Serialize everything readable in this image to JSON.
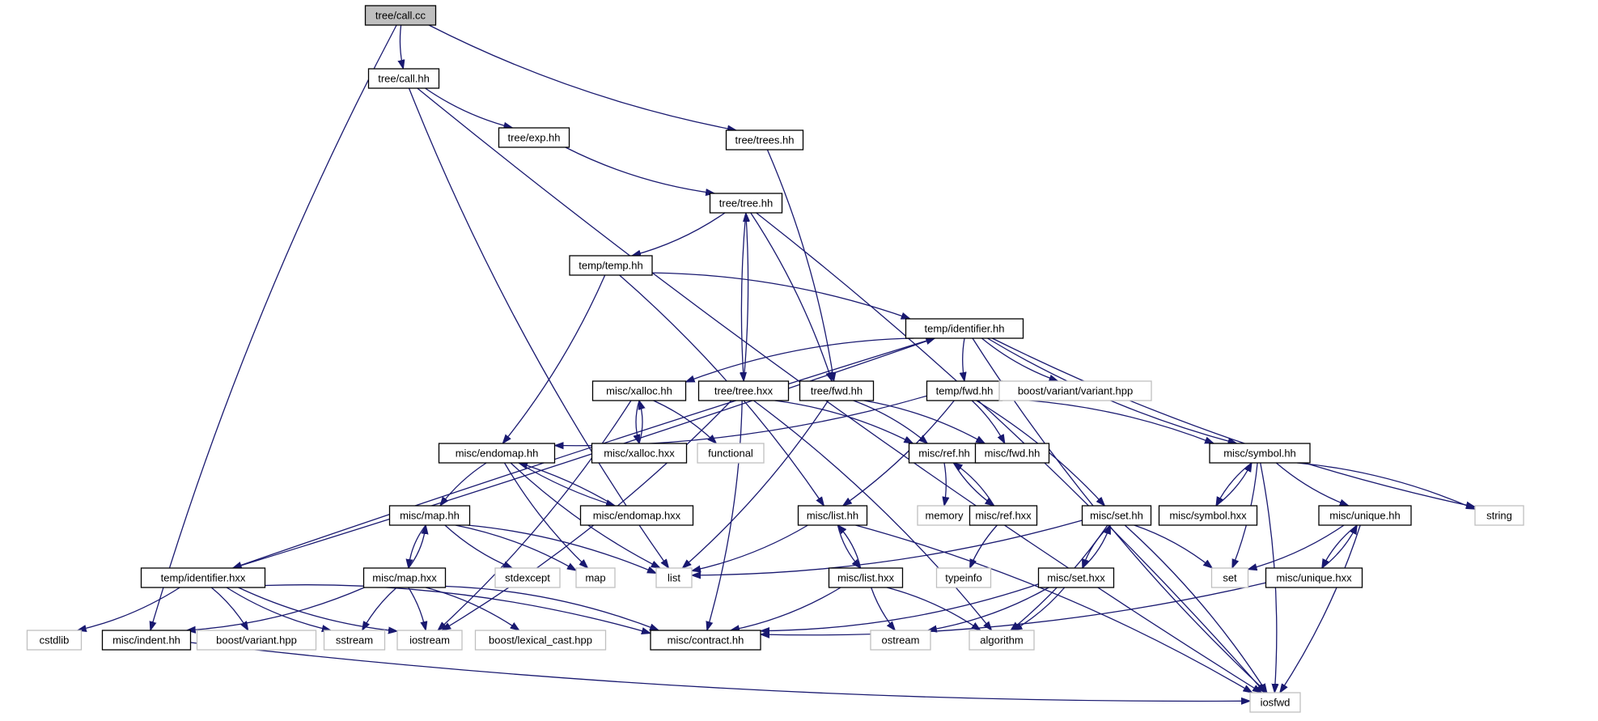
{
  "graph": {
    "colors": {
      "edge": "#191970",
      "node_border": "#000000",
      "external_border": "#bfbfbf",
      "root_fill": "#bfbfbf",
      "background": "#ffffff"
    },
    "nodes": [
      {
        "id": "call_cc",
        "label": "tree/call.cc",
        "kind": "root"
      },
      {
        "id": "call_hh",
        "label": "tree/call.hh",
        "kind": "file"
      },
      {
        "id": "exp_hh",
        "label": "tree/exp.hh",
        "kind": "file"
      },
      {
        "id": "trees_hh",
        "label": "tree/trees.hh",
        "kind": "file"
      },
      {
        "id": "tree_hh",
        "label": "tree/tree.hh",
        "kind": "file"
      },
      {
        "id": "temp_hh",
        "label": "temp/temp.hh",
        "kind": "file"
      },
      {
        "id": "ident_hh",
        "label": "temp/identifier.hh",
        "kind": "file"
      },
      {
        "id": "xalloc_hh",
        "label": "misc/xalloc.hh",
        "kind": "file"
      },
      {
        "id": "tree_hxx",
        "label": "tree/tree.hxx",
        "kind": "file"
      },
      {
        "id": "tree_fwd",
        "label": "tree/fwd.hh",
        "kind": "file"
      },
      {
        "id": "temp_fwd",
        "label": "temp/fwd.hh",
        "kind": "file"
      },
      {
        "id": "variant_hpp",
        "label": "boost/variant/variant.hpp",
        "kind": "external"
      },
      {
        "id": "xalloc_hxx",
        "label": "misc/xalloc.hxx",
        "kind": "file"
      },
      {
        "id": "functional",
        "label": "functional",
        "kind": "external"
      },
      {
        "id": "endomap_hh",
        "label": "misc/endomap.hh",
        "kind": "file"
      },
      {
        "id": "ref_hh",
        "label": "misc/ref.hh",
        "kind": "file"
      },
      {
        "id": "misc_fwd",
        "label": "misc/fwd.hh",
        "kind": "file"
      },
      {
        "id": "symbol_hh",
        "label": "misc/symbol.hh",
        "kind": "file"
      },
      {
        "id": "map_hh",
        "label": "misc/map.hh",
        "kind": "file"
      },
      {
        "id": "endomap_hxx",
        "label": "misc/endomap.hxx",
        "kind": "file"
      },
      {
        "id": "list_hh",
        "label": "misc/list.hh",
        "kind": "file"
      },
      {
        "id": "memory",
        "label": "memory",
        "kind": "external"
      },
      {
        "id": "ref_hxx",
        "label": "misc/ref.hxx",
        "kind": "file"
      },
      {
        "id": "set_hh",
        "label": "misc/set.hh",
        "kind": "file"
      },
      {
        "id": "symbol_hxx",
        "label": "misc/symbol.hxx",
        "kind": "file"
      },
      {
        "id": "unique_hh",
        "label": "misc/unique.hh",
        "kind": "file"
      },
      {
        "id": "string",
        "label": "string",
        "kind": "external"
      },
      {
        "id": "ident_hxx",
        "label": "temp/identifier.hxx",
        "kind": "file"
      },
      {
        "id": "map_hxx",
        "label": "misc/map.hxx",
        "kind": "file"
      },
      {
        "id": "stdexcept",
        "label": "stdexcept",
        "kind": "external"
      },
      {
        "id": "map",
        "label": "map",
        "kind": "external"
      },
      {
        "id": "list",
        "label": "list",
        "kind": "external"
      },
      {
        "id": "list_hxx",
        "label": "misc/list.hxx",
        "kind": "file"
      },
      {
        "id": "typeinfo",
        "label": "typeinfo",
        "kind": "external"
      },
      {
        "id": "set_hxx",
        "label": "misc/set.hxx",
        "kind": "file"
      },
      {
        "id": "set",
        "label": "set",
        "kind": "external"
      },
      {
        "id": "unique_hxx",
        "label": "misc/unique.hxx",
        "kind": "file"
      },
      {
        "id": "cstdlib",
        "label": "cstdlib",
        "kind": "external"
      },
      {
        "id": "indent_hh",
        "label": "misc/indent.hh",
        "kind": "file"
      },
      {
        "id": "boost_variant",
        "label": "boost/variant.hpp",
        "kind": "external"
      },
      {
        "id": "sstream",
        "label": "sstream",
        "kind": "external"
      },
      {
        "id": "iostream",
        "label": "iostream",
        "kind": "external"
      },
      {
        "id": "lexical_cast",
        "label": "boost/lexical_cast.hpp",
        "kind": "external"
      },
      {
        "id": "contract_hh",
        "label": "misc/contract.hh",
        "kind": "file"
      },
      {
        "id": "ostream",
        "label": "ostream",
        "kind": "external"
      },
      {
        "id": "algorithm",
        "label": "algorithm",
        "kind": "external"
      },
      {
        "id": "iosfwd",
        "label": "iosfwd",
        "kind": "external"
      }
    ],
    "edges": [
      [
        "call_cc",
        "call_hh"
      ],
      [
        "call_cc",
        "trees_hh"
      ],
      [
        "call_cc",
        "indent_hh"
      ],
      [
        "call_hh",
        "exp_hh"
      ],
      [
        "call_hh",
        "list"
      ],
      [
        "call_hh",
        "iosfwd"
      ],
      [
        "exp_hh",
        "tree_hh"
      ],
      [
        "trees_hh",
        "tree_fwd"
      ],
      [
        "tree_hh",
        "temp_hh"
      ],
      [
        "tree_hh",
        "tree_hxx"
      ],
      [
        "tree_hh",
        "tree_fwd"
      ],
      [
        "tree_hh",
        "iosfwd"
      ],
      [
        "temp_hh",
        "ident_hh"
      ],
      [
        "temp_hh",
        "endomap_hh"
      ],
      [
        "temp_hh",
        "list_hh"
      ],
      [
        "ident_hh",
        "xalloc_hh"
      ],
      [
        "ident_hh",
        "temp_fwd"
      ],
      [
        "ident_hh",
        "variant_hpp"
      ],
      [
        "ident_hh",
        "symbol_hh"
      ],
      [
        "ident_hh",
        "string"
      ],
      [
        "ident_hh",
        "iosfwd"
      ],
      [
        "ident_hh",
        "ident_hxx"
      ],
      [
        "xalloc_hh",
        "xalloc_hxx"
      ],
      [
        "xalloc_hh",
        "functional"
      ],
      [
        "xalloc_hh",
        "iostream"
      ],
      [
        "xalloc_hxx",
        "xalloc_hh"
      ],
      [
        "tree_hxx",
        "tree_hh"
      ],
      [
        "tree_hxx",
        "ref_hh"
      ],
      [
        "tree_hxx",
        "contract_hh"
      ],
      [
        "tree_hxx",
        "algorithm"
      ],
      [
        "tree_hxx",
        "iostream"
      ],
      [
        "tree_fwd",
        "ref_hh"
      ],
      [
        "tree_fwd",
        "misc_fwd"
      ],
      [
        "tree_fwd",
        "list"
      ],
      [
        "temp_fwd",
        "endomap_hh"
      ],
      [
        "temp_fwd",
        "list_hh"
      ],
      [
        "temp_fwd",
        "misc_fwd"
      ],
      [
        "temp_fwd",
        "symbol_hh"
      ],
      [
        "temp_fwd",
        "set_hh"
      ],
      [
        "endomap_hh",
        "map_hh"
      ],
      [
        "endomap_hh",
        "endomap_hxx"
      ],
      [
        "endomap_hh",
        "map"
      ],
      [
        "endomap_hh",
        "list"
      ],
      [
        "endomap_hxx",
        "endomap_hh"
      ],
      [
        "ref_hh",
        "memory"
      ],
      [
        "ref_hh",
        "ref_hxx"
      ],
      [
        "ref_hxx",
        "ref_hh"
      ],
      [
        "ref_hxx",
        "typeinfo"
      ],
      [
        "symbol_hh",
        "symbol_hxx"
      ],
      [
        "symbol_hh",
        "unique_hh"
      ],
      [
        "symbol_hh",
        "string"
      ],
      [
        "symbol_hh",
        "set"
      ],
      [
        "symbol_hh",
        "iosfwd"
      ],
      [
        "symbol_hxx",
        "symbol_hh"
      ],
      [
        "map_hh",
        "map_hxx"
      ],
      [
        "map_hh",
        "stdexcept"
      ],
      [
        "map_hh",
        "map"
      ],
      [
        "map_hh",
        "list"
      ],
      [
        "map_hxx",
        "map_hh"
      ],
      [
        "map_hxx",
        "indent_hh"
      ],
      [
        "map_hxx",
        "sstream"
      ],
      [
        "map_hxx",
        "iostream"
      ],
      [
        "map_hxx",
        "lexical_cast"
      ],
      [
        "map_hxx",
        "contract_hh"
      ],
      [
        "list_hh",
        "list_hxx"
      ],
      [
        "list_hh",
        "list"
      ],
      [
        "list_hh",
        "iosfwd"
      ],
      [
        "list_hxx",
        "list_hh"
      ],
      [
        "list_hxx",
        "contract_hh"
      ],
      [
        "list_hxx",
        "ostream"
      ],
      [
        "list_hxx",
        "algorithm"
      ],
      [
        "set_hh",
        "set_hxx"
      ],
      [
        "set_hh",
        "set"
      ],
      [
        "set_hh",
        "list"
      ],
      [
        "set_hh",
        "algorithm"
      ],
      [
        "set_hh",
        "iosfwd"
      ],
      [
        "set_hxx",
        "set_hh"
      ],
      [
        "set_hxx",
        "contract_hh"
      ],
      [
        "set_hxx",
        "ostream"
      ],
      [
        "set_hxx",
        "algorithm"
      ],
      [
        "unique_hh",
        "unique_hxx"
      ],
      [
        "unique_hh",
        "set"
      ],
      [
        "unique_hh",
        "iosfwd"
      ],
      [
        "unique_hxx",
        "unique_hh"
      ],
      [
        "unique_hxx",
        "contract_hh"
      ],
      [
        "ident_hxx",
        "ident_hh"
      ],
      [
        "ident_hxx",
        "cstdlib"
      ],
      [
        "ident_hxx",
        "boost_variant"
      ],
      [
        "ident_hxx",
        "sstream"
      ],
      [
        "ident_hxx",
        "iostream"
      ],
      [
        "ident_hxx",
        "contract_hh"
      ],
      [
        "indent_hh",
        "iosfwd"
      ]
    ]
  }
}
